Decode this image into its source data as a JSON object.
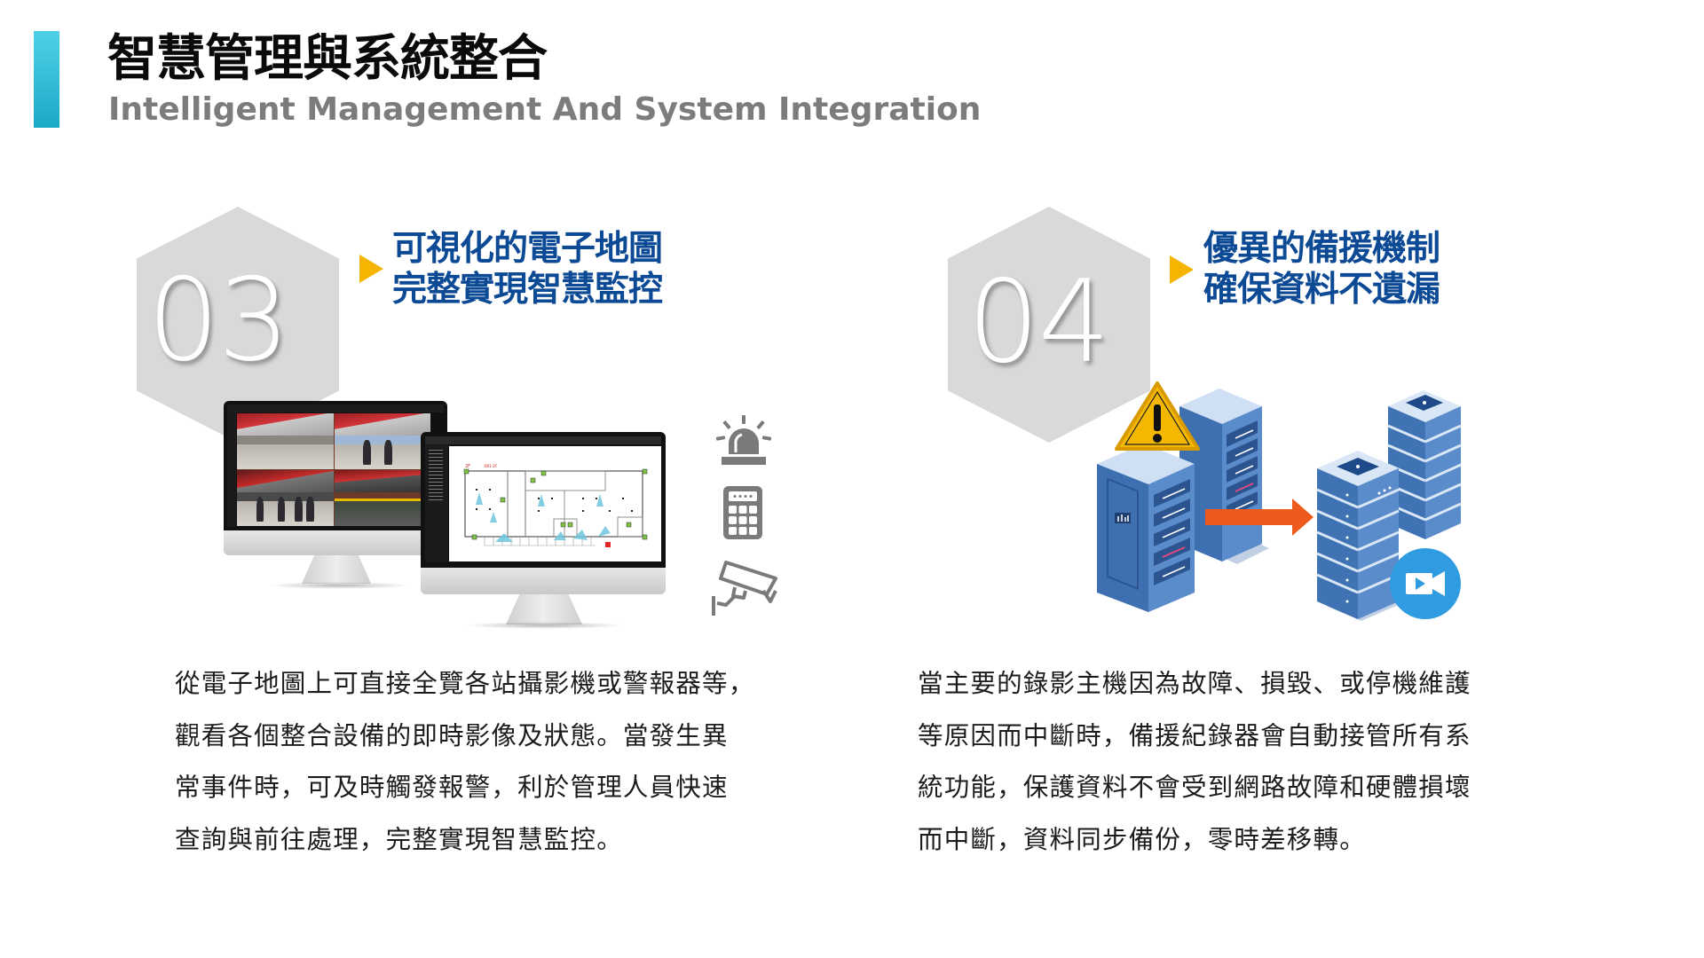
{
  "header": {
    "title_cn": "智慧管理與系統整合",
    "title_en": "Intelligent Management And System Integration",
    "accent_color": "#1ba9c8"
  },
  "features": [
    {
      "number": "03",
      "title_lines": [
        "可視化的電子地圖",
        "完整實現智慧監控"
      ],
      "title_color": "#0d4a96",
      "arrow_color": "#f5b400",
      "body_lines": [
        "從電子地圖上可直接全覽各站攝影機或警報器等，",
        "觀看各個整合設備的即時影像及狀態。當發生異",
        "常事件時，可及時觸發報警，利於管理人員快速",
        "查詢與前往處理，完整實現智慧監控。"
      ],
      "illustration": {
        "monitor_left": "camera-grid-view",
        "monitor_right": "floor-plan-emap",
        "side_icons": [
          "alarm-siren-icon",
          "keypad-icon",
          "cctv-camera-icon"
        ],
        "icon_color": "#7a7a7a"
      }
    },
    {
      "number": "04",
      "title_lines": [
        "優異的備援機制",
        "確保資料不遺漏"
      ],
      "title_color": "#0d4a96",
      "arrow_color": "#f5b400",
      "body_lines": [
        "當主要的錄影主機因為故障、損毀、或停機維護",
        "等原因而中斷時，備援紀錄器會自動接管所有系",
        "統功能，保護資料不會受到網路故障和硬體損壞",
        "而中斷，資料同步備份，零時差移轉。"
      ],
      "illustration": {
        "elements": [
          "warning-icon",
          "failed-server-racks",
          "failover-arrow",
          "backup-server-stacks",
          "video-camera-badge-icon"
        ],
        "arrow_color": "#ee5a1c",
        "server_color": "#3f73b4",
        "badge_color": "#2f9be0"
      }
    }
  ]
}
